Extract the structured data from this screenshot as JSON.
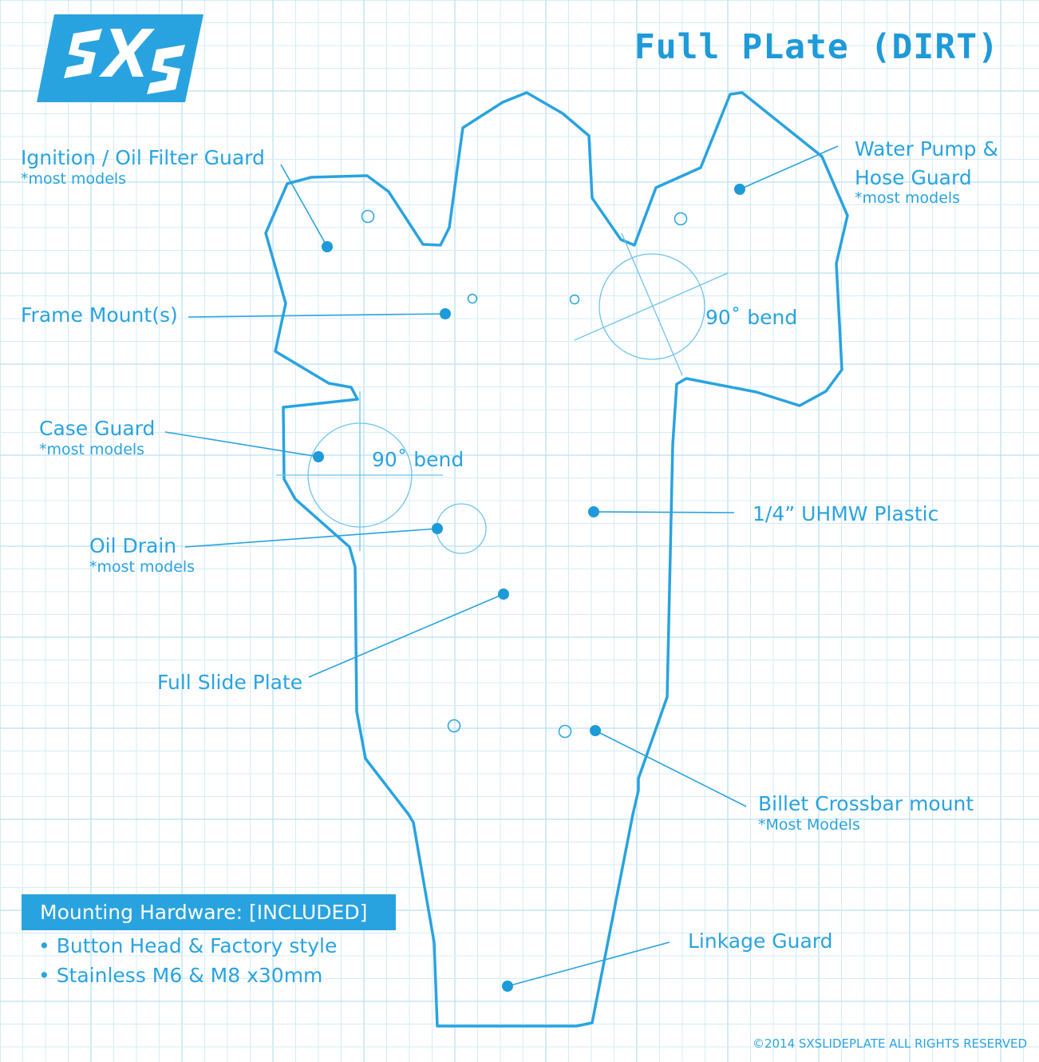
{
  "header": {
    "title": "Full PLate (DIRT)"
  },
  "logo": {
    "text": "SXS",
    "icon": "sxs-logo-icon",
    "color": "#29a3e0"
  },
  "labels": {
    "ignition_guard": {
      "main": "Ignition / Oil Filter Guard",
      "sub": "*most models"
    },
    "water_pump": {
      "main1": "Water Pump &",
      "main2": "Hose Guard",
      "sub": "*most models"
    },
    "frame_mount": {
      "main": "Frame Mount(s)"
    },
    "bend_upper": "90˚ bend",
    "case_guard": {
      "main": "Case Guard",
      "sub": "*most models"
    },
    "bend_lower": "90˚ bend",
    "uhmw": {
      "main": "1/4” UHMW Plastic"
    },
    "oil_drain": {
      "main": "Oil Drain",
      "sub": "*most models"
    },
    "full_slide_plate": {
      "main": "Full Slide Plate"
    },
    "billet_crossbar": {
      "main": "Billet Crossbar mount",
      "sub": "*Most Models"
    },
    "linkage_guard": {
      "main": "Linkage Guard"
    }
  },
  "hardware": {
    "title": "Mounting Hardware: [INCLUDED]",
    "items": [
      "• Button Head & Factory style",
      "• Stainless M6 & M8 x30mm"
    ]
  },
  "footer": {
    "copyright": "©2014 SXSLIDEPLATE ALL RIGHTS RESERVED"
  },
  "colors": {
    "accent": "#29a3e0",
    "grid_minor": "#d4ecf8",
    "grid_major": "#b9e0f4"
  }
}
